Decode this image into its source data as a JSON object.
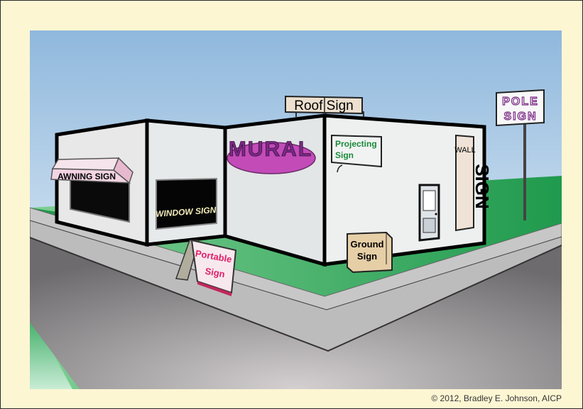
{
  "signs": {
    "roof_sign": "Roof Sign",
    "pole_sign_line1": "POLE",
    "pole_sign_line2": "SIGN",
    "mural": "MURAL",
    "projecting_sign_line1": "Projecting",
    "projecting_sign_line2": "Sign",
    "wall_sign_line1": "WALL",
    "wall_sign_line2": "SIGN",
    "awning_sign": "AWNING SIGN",
    "window_sign": "WINDOW SIGN",
    "portable_sign_line1": "Portable",
    "portable_sign_line2": "Sign",
    "ground_sign_line1": "Ground",
    "ground_sign_line2": "Sign"
  },
  "credit": "© 2012, Bradley E. Johnson, AICP",
  "colors": {
    "background": "#fdf6d3",
    "sky_top": "#8fb8dd",
    "grass": "#1f9a4d",
    "mural_ellipse": "#c24bb8",
    "sign_purple": "#7a2a84",
    "projecting_text": "#1a8a3a",
    "portable_text": "#e0206a"
  }
}
